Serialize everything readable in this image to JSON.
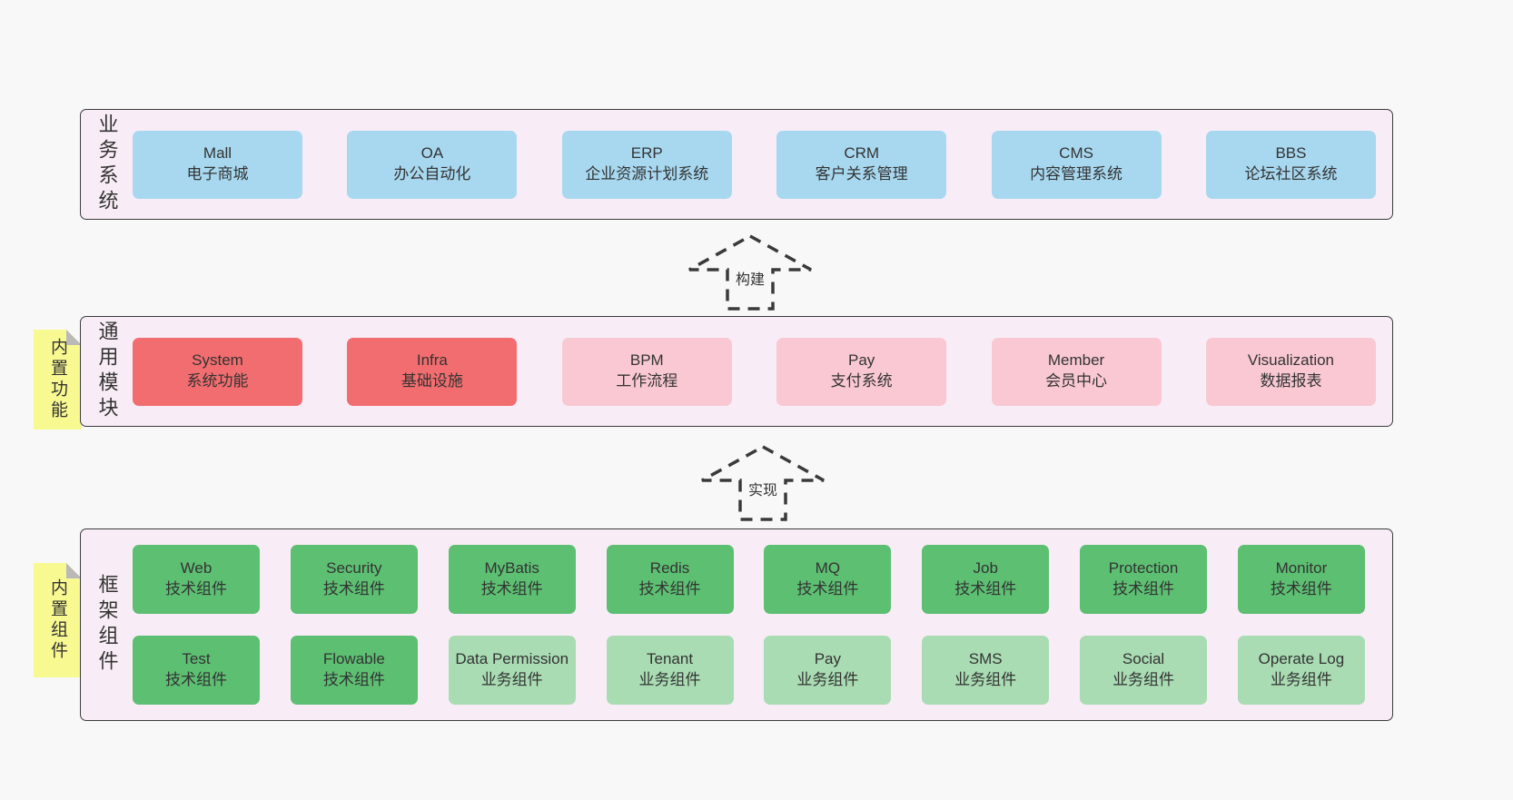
{
  "colors": {
    "page_bg": "#f8f8f8",
    "layer_bg": "#f8edf6",
    "layer_border": "#3c3c3c",
    "blue_box": "#a8d8f0",
    "red_box": "#f26d6f",
    "pink_box": "#f9c8d2",
    "green_box": "#5cbf72",
    "green_light_box": "#a9dcb3",
    "note_bg": "#f9f992",
    "note_fold": "#b9b9b9",
    "text": "#333333",
    "arrow": "#3a3a3a"
  },
  "arrows": [
    {
      "label": "构建"
    },
    {
      "label": "实现"
    }
  ],
  "notes": [
    {
      "label": "内置功能"
    },
    {
      "label": "内置组件"
    }
  ],
  "layers": [
    {
      "label": "业务系统",
      "rows": [
        [
          {
            "title": "Mall",
            "subtitle": "电子商城",
            "variant": "blue"
          },
          {
            "title": "OA",
            "subtitle": "办公自动化",
            "variant": "blue"
          },
          {
            "title": "ERP",
            "subtitle": "企业资源计划系统",
            "variant": "blue"
          },
          {
            "title": "CRM",
            "subtitle": "客户关系管理",
            "variant": "blue"
          },
          {
            "title": "CMS",
            "subtitle": "内容管理系统",
            "variant": "blue"
          },
          {
            "title": "BBS",
            "subtitle": "论坛社区系统",
            "variant": "blue"
          }
        ]
      ]
    },
    {
      "label": "通用模块",
      "rows": [
        [
          {
            "title": "System",
            "subtitle": "系统功能",
            "variant": "red"
          },
          {
            "title": "Infra",
            "subtitle": "基础设施",
            "variant": "red"
          },
          {
            "title": "BPM",
            "subtitle": "工作流程",
            "variant": "pink"
          },
          {
            "title": "Pay",
            "subtitle": "支付系统",
            "variant": "pink"
          },
          {
            "title": "Member",
            "subtitle": "会员中心",
            "variant": "pink"
          },
          {
            "title": "Visualization",
            "subtitle": "数据报表",
            "variant": "pink"
          }
        ]
      ]
    },
    {
      "label": "框架组件",
      "rows": [
        [
          {
            "title": "Web",
            "subtitle": "技术组件",
            "variant": "green"
          },
          {
            "title": "Security",
            "subtitle": "技术组件",
            "variant": "green"
          },
          {
            "title": "MyBatis",
            "subtitle": "技术组件",
            "variant": "green"
          },
          {
            "title": "Redis",
            "subtitle": "技术组件",
            "variant": "green"
          },
          {
            "title": "MQ",
            "subtitle": "技术组件",
            "variant": "green"
          },
          {
            "title": "Job",
            "subtitle": "技术组件",
            "variant": "green"
          },
          {
            "title": "Protection",
            "subtitle": "技术组件",
            "variant": "green"
          },
          {
            "title": "Monitor",
            "subtitle": "技术组件",
            "variant": "green"
          }
        ],
        [
          {
            "title": "Test",
            "subtitle": "技术组件",
            "variant": "green"
          },
          {
            "title": "Flowable",
            "subtitle": "技术组件",
            "variant": "green"
          },
          {
            "title": "Data Permission",
            "subtitle": "业务组件",
            "variant": "green-light"
          },
          {
            "title": "Tenant",
            "subtitle": "业务组件",
            "variant": "green-light"
          },
          {
            "title": "Pay",
            "subtitle": "业务组件",
            "variant": "green-light"
          },
          {
            "title": "SMS",
            "subtitle": "业务组件",
            "variant": "green-light"
          },
          {
            "title": "Social",
            "subtitle": "业务组件",
            "variant": "green-light"
          },
          {
            "title": "Operate Log",
            "subtitle": "业务组件",
            "variant": "green-light"
          }
        ]
      ]
    }
  ]
}
